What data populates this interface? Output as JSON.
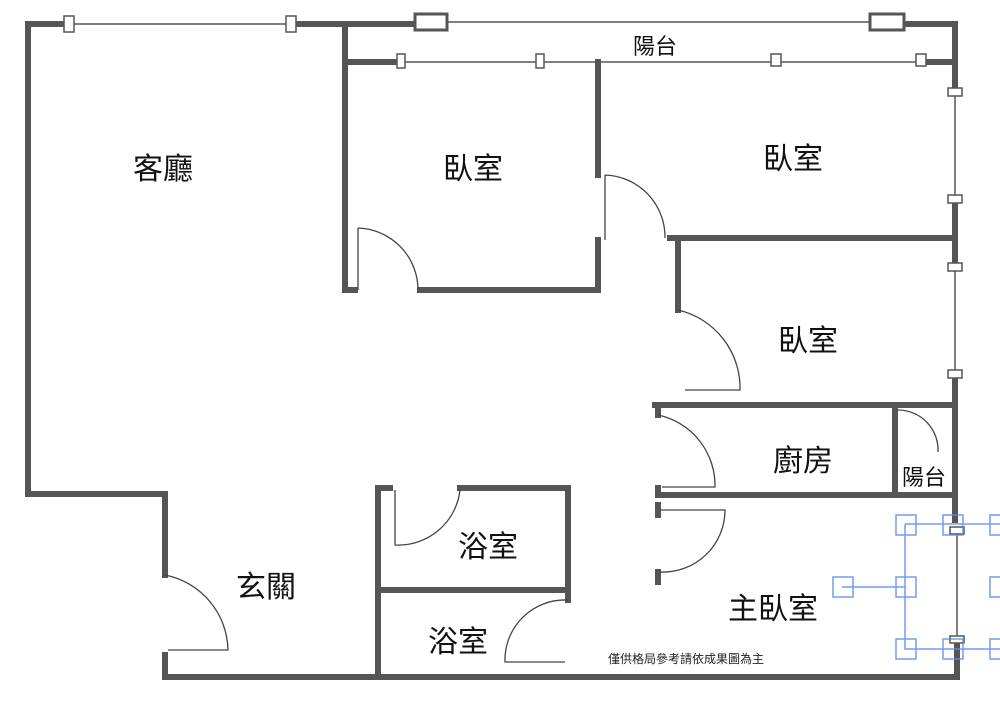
{
  "rooms": {
    "living_room": "客廳",
    "balcony_top": "陽台",
    "bedroom_1": "臥室",
    "bedroom_2": "臥室",
    "bedroom_3": "臥室",
    "kitchen": "廚房",
    "balcony_kitchen": "陽台",
    "bathroom_1": "浴室",
    "bathroom_2": "浴室",
    "entrance": "玄關",
    "master_bedroom": "主臥室"
  },
  "note": "僅供格局參考請依成果圖為主",
  "colors": {
    "wall": "#555555",
    "selection": "#5b8ee6"
  }
}
